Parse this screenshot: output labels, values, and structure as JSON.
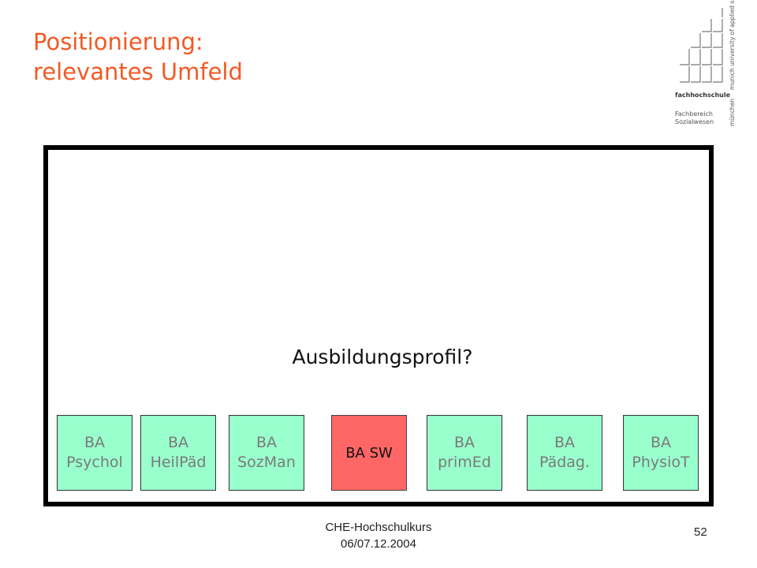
{
  "slide": {
    "title_line1": "Positionierung:",
    "title_line2": "relevantes Umfeld",
    "question": "Ausbildungsprofil?",
    "footer_line1": "CHE-Hochschulkurs",
    "footer_line2": "06/07.12.2004",
    "page_number": "52"
  },
  "logo": {
    "name": "fachhochschule",
    "dept_line1": "Fachbereich",
    "dept_line2": "Sozialwesen",
    "vertical_text": "munich university of applied sciences",
    "vertical_city": "münchen"
  },
  "boxes": [
    {
      "line1": "BA",
      "line2": "Psychol"
    },
    {
      "line1": "BA",
      "line2": "HeilPäd"
    },
    {
      "line1": "BA",
      "line2": "SozMan"
    },
    {
      "line1": "BA SW",
      "line2": ""
    },
    {
      "line1": "BA",
      "line2": "primEd"
    },
    {
      "line1": "BA",
      "line2": "Pädag."
    },
    {
      "line1": "BA",
      "line2": "PhysioT"
    }
  ],
  "colors": {
    "title": "#f15a24",
    "box_fill": "#99ffcc",
    "highlight_fill": "#ff6666",
    "frame": "#000000"
  }
}
